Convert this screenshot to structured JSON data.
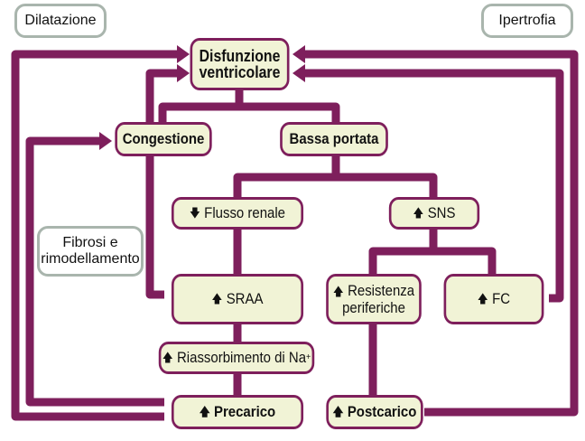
{
  "colors": {
    "line": "#7e1f5c",
    "box_fill": "#f1f3d6",
    "label_border": "#a9b5ad"
  },
  "labels": {
    "dilatazione": "Dilatazione",
    "ipertrofia": "Ipertrofia",
    "fibrosi_1": "Fibrosi e",
    "fibrosi_2": "rimodellamento"
  },
  "nodes": {
    "disfunzione_1": "Disfunzione",
    "disfunzione_2": "ventricolare",
    "congestione": "Congestione",
    "bassa_portata": "Bassa portata",
    "flusso_renale": "Flusso renale",
    "sns": "SNS",
    "sraa": "SRAA",
    "resistenza_1": "Resistenza",
    "resistenza_2": "periferiche",
    "fc": "FC",
    "riassorbimento": "Riassorbimento di Na",
    "riassorbimento_sup": "+",
    "precarico": "Precarico",
    "postcarico": "Postcarico"
  },
  "icons": {
    "up": "🡅",
    "down": "🡇"
  }
}
